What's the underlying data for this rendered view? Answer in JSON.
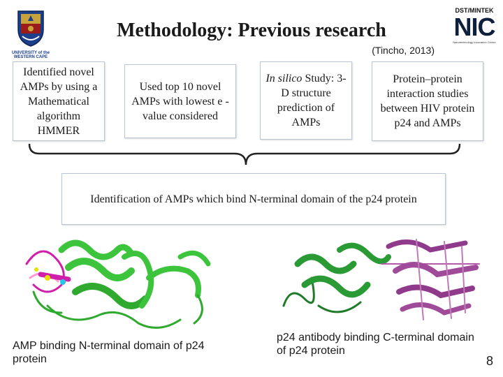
{
  "slide": {
    "title": "Methodology: Previous research",
    "citation": "(Tincho, 2013)",
    "page_number": "8"
  },
  "logos": {
    "left": {
      "top_text": "UNIVERSITY of the",
      "bottom_text": "WESTERN CAPE"
    },
    "right": {
      "top_text": "DST/MINTEK",
      "mark_text": "NIC",
      "sub_text": "Nanotechnology Innovation Centre"
    }
  },
  "steps": [
    {
      "text": "Identified novel AMPs by using a Mathematical algorithm HMMER"
    },
    {
      "text": "Used top 10 novel AMPs with lowest e -value considered"
    },
    {
      "italic": "In silico",
      "text": " Study: 3-D structure prediction of AMPs"
    },
    {
      "text": "Protein–protein interaction studies between HIV protein p24 and AMPs"
    }
  ],
  "result": {
    "text": "Identification of AMPs which bind N-terminal domain of the p24 protein"
  },
  "figures": {
    "left_caption": "AMP binding N-terminal domain of p24 protein",
    "right_caption": "p24 antibody binding C-terminal domain of p24 protein"
  },
  "colors": {
    "p24_green": "#3cc43c",
    "p24_dark_green": "#1f7a2a",
    "amp_magenta": "#d01fa8",
    "antibody_purple": "#8f3a8a",
    "box_border": "#b9c5d2"
  }
}
